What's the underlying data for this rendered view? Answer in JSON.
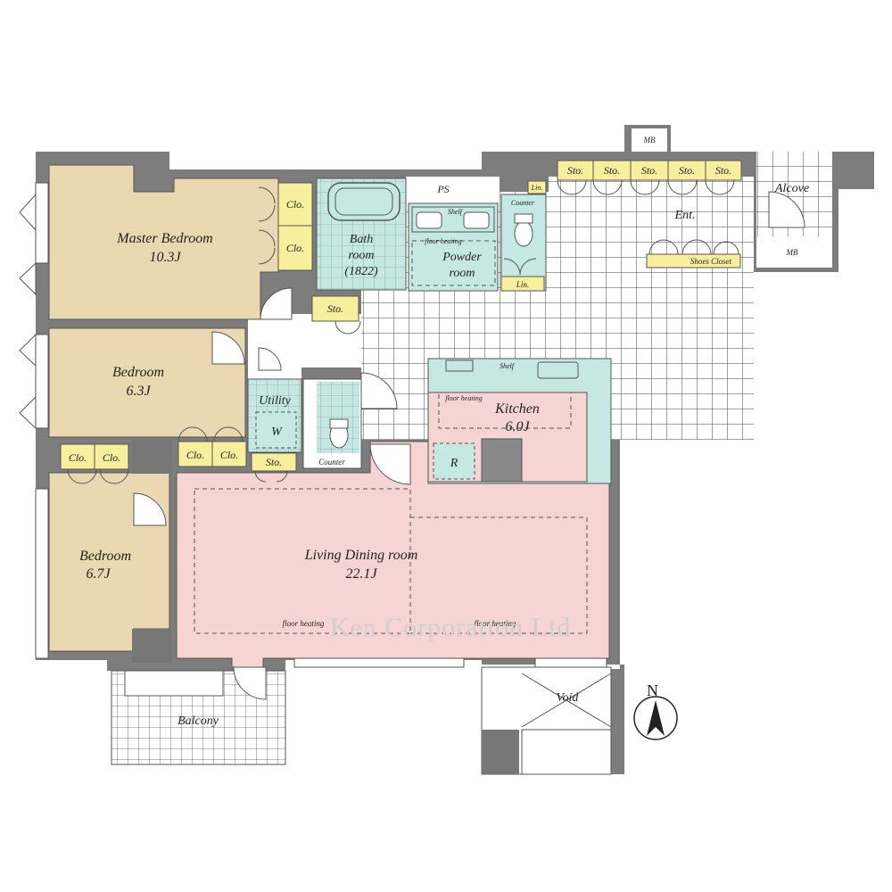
{
  "rooms": {
    "master_bedroom": {
      "name": "Master Bedroom",
      "size": "10.3J"
    },
    "bedroom_2": {
      "name": "Bedroom",
      "size": "6.3J"
    },
    "bedroom_3": {
      "name": "Bedroom",
      "size": "6.7J"
    },
    "living": {
      "name": "Living Dining room",
      "size": "22.1J"
    },
    "kitchen": {
      "name": "Kitchen",
      "size": "6.0J"
    },
    "bath": {
      "line1": "Bath",
      "line2": "room",
      "line3": "(1822)"
    },
    "powder": {
      "line1": "Powder",
      "line2": "room"
    },
    "utility": "Utility",
    "entrance": "Ent.",
    "alcove": "Alcove",
    "balcony": "Balcony",
    "void": "Void"
  },
  "storage": {
    "clo": "Clo.",
    "sto": "Sto.",
    "lin": "Lin.",
    "shoes_closet": "Shoes Closet"
  },
  "fixtures": {
    "ps": "PS",
    "mb": "MB",
    "w": "W",
    "r": "R",
    "counter": "Counter",
    "shelf": "Shelf",
    "floor_heating": "floor heating"
  },
  "compass": {
    "north": "N"
  },
  "watermark": "Ken Corporation Ltd",
  "colors": {
    "bedroom": "#ead8b0",
    "living": "#f6d4d3",
    "wet": "#c5e9e2",
    "storage": "#f7ef9c",
    "wall": "#7d7d7d",
    "tile_line": "#444444"
  }
}
